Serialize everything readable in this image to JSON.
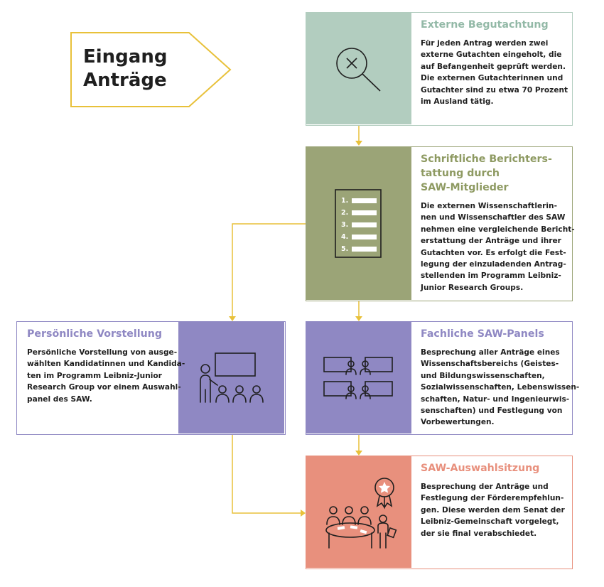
{
  "entry": {
    "title": "Eingang\nAnträge"
  },
  "steps": {
    "external": {
      "title": "Externe Begutachtung",
      "text": "Für jeden Antrag werden zwei\nexterne Gutachten eingeholt, die\nauf Befangenheit geprüft werden.\nDie externen Gutachterinnen und\nGutachter sind zu etwa 70 Prozent\nim Ausland tätig.",
      "color": "#b2cdbf"
    },
    "written": {
      "title": "Schriftliche Berichters-\ntattung durch\nSAW-Mitglieder",
      "text": "Die externen Wissenschaftlerin-\nnen und Wissenschaftler des SAW\nnehmen eine vergleichende Bericht-\nerstattung der Anträge und ihrer\nGutachten vor. Es erfolgt die Fest-\nlegung der einzuladenden Antrag-\nstellenden im Programm Leibniz-\nJunior Research Groups.",
      "color": "#9ba477",
      "list_numbers": [
        "1.",
        "2.",
        "3.",
        "4.",
        "5."
      ]
    },
    "personal": {
      "title": "Persönliche Vorstellung",
      "text": "Persönliche Vorstellung von ausge-\nwählten Kandidatinnen und Kandida-\nten im Programm Leibniz-Junior\nResearch Group vor einem Auswahl-\npanel des SAW.",
      "color": "#8f88c3"
    },
    "panels": {
      "title": "Fachliche SAW-Panels",
      "text": "Besprechung aller Anträge eines\nWissenschaftsbereichs (Geistes-\nund Bildungswissenschaften,\nSozialwissenschaften, Lebenswissen-\nschaften, Natur- und Ingenieurwis-\nsenschaften) und Festlegung von\nVorbewertungen.",
      "color": "#8f88c3"
    },
    "selection": {
      "title": "SAW-Auswahlsitzung",
      "text": "Besprechung der Anträge und\nFestlegung der Förderempfehlun-\ngen. Diese werden dem Senat der\nLeibniz-Gemeinschaft vorgelegt,\nder sie final verabschiedet.",
      "color": "#e8907d"
    }
  },
  "colors": {
    "entry_border": "#e8c13a",
    "connector": "#e8c13a",
    "text": "#1f1f1f"
  }
}
